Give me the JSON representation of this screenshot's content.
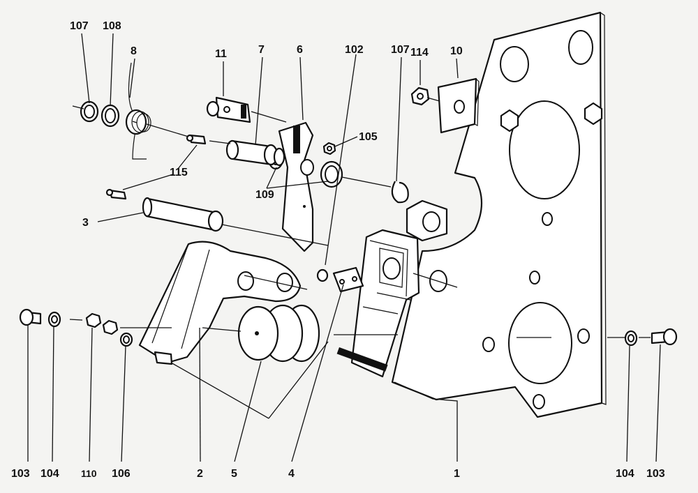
{
  "callouts": [
    {
      "id": "c107a",
      "text": "107"
    },
    {
      "id": "c108",
      "text": "108"
    },
    {
      "id": "c8",
      "text": "8"
    },
    {
      "id": "c11",
      "text": "11"
    },
    {
      "id": "c7",
      "text": "7"
    },
    {
      "id": "c6",
      "text": "6"
    },
    {
      "id": "c102",
      "text": "102"
    },
    {
      "id": "c107b",
      "text": "107"
    },
    {
      "id": "c114",
      "text": "114"
    },
    {
      "id": "c10",
      "text": "10"
    },
    {
      "id": "c105",
      "text": "105"
    },
    {
      "id": "c115",
      "text": "115"
    },
    {
      "id": "c109",
      "text": "109"
    },
    {
      "id": "c3",
      "text": "3"
    },
    {
      "id": "c103a",
      "text": "103"
    },
    {
      "id": "c104a",
      "text": "104"
    },
    {
      "id": "c110",
      "text": "110"
    },
    {
      "id": "c106",
      "text": "106"
    },
    {
      "id": "c2",
      "text": "2"
    },
    {
      "id": "c5",
      "text": "5"
    },
    {
      "id": "c4",
      "text": "4"
    },
    {
      "id": "c1",
      "text": "1"
    },
    {
      "id": "c104b",
      "text": "104"
    },
    {
      "id": "c103b",
      "text": "103"
    }
  ]
}
